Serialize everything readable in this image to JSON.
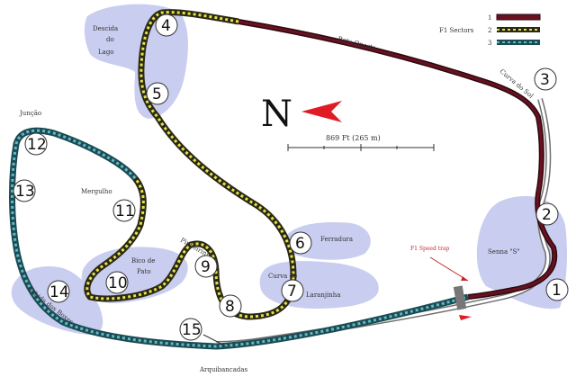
{
  "legend": {
    "label": "F1 Sectors",
    "items": [
      {
        "number": "1",
        "color": "#6b1020"
      },
      {
        "number": "2",
        "color": "#8c8c1a"
      },
      {
        "number": "3",
        "color": "#1f6f74"
      }
    ]
  },
  "compass": {
    "letter": "N",
    "color": "#e01b24"
  },
  "scale": {
    "label": "869 Ft (265 m)"
  },
  "colors": {
    "sector1": "#6b1020",
    "sector2_dash": "#e6e04a",
    "sector2_base": "#2a2a14",
    "sector3_dash": "#62b9c4",
    "sector3_base": "#1b4b53",
    "zone_fill": "#c9cdef",
    "pit_lane": "#9a9a9a"
  },
  "zones": [
    {
      "name": "Descida do Lago"
    },
    {
      "name": "Senna S"
    },
    {
      "name": "Ferradura"
    },
    {
      "name": "Laranjinha"
    },
    {
      "name": "Pinheirinho"
    },
    {
      "name": "Mergulho"
    },
    {
      "name": "Junção"
    }
  ],
  "labels": {
    "descida": [
      "Descida",
      "do",
      "Lago"
    ],
    "reta_oposta": "Reta Oposta",
    "curva_do_sol": "Curva do Sol",
    "senna_s": "Senna \"S\"",
    "ferradura": "Ferradura",
    "curva_do_cafe": "Curva do",
    "laranjinha": "Laranjinha",
    "pinheirinho": "Pinheirinho",
    "bico_de_pato": [
      "Bico de",
      "Pato"
    ],
    "mergulho": "Mergulho",
    "juncao": "Junção",
    "subida": "Subida dos Boxes",
    "arquibancadas": "Arquibancadas",
    "speed_trap": "F1 Speed trap"
  },
  "corners": [
    "1",
    "2",
    "3",
    "4",
    "5",
    "6",
    "7",
    "8",
    "9",
    "10",
    "11",
    "12",
    "13",
    "14",
    "15"
  ]
}
